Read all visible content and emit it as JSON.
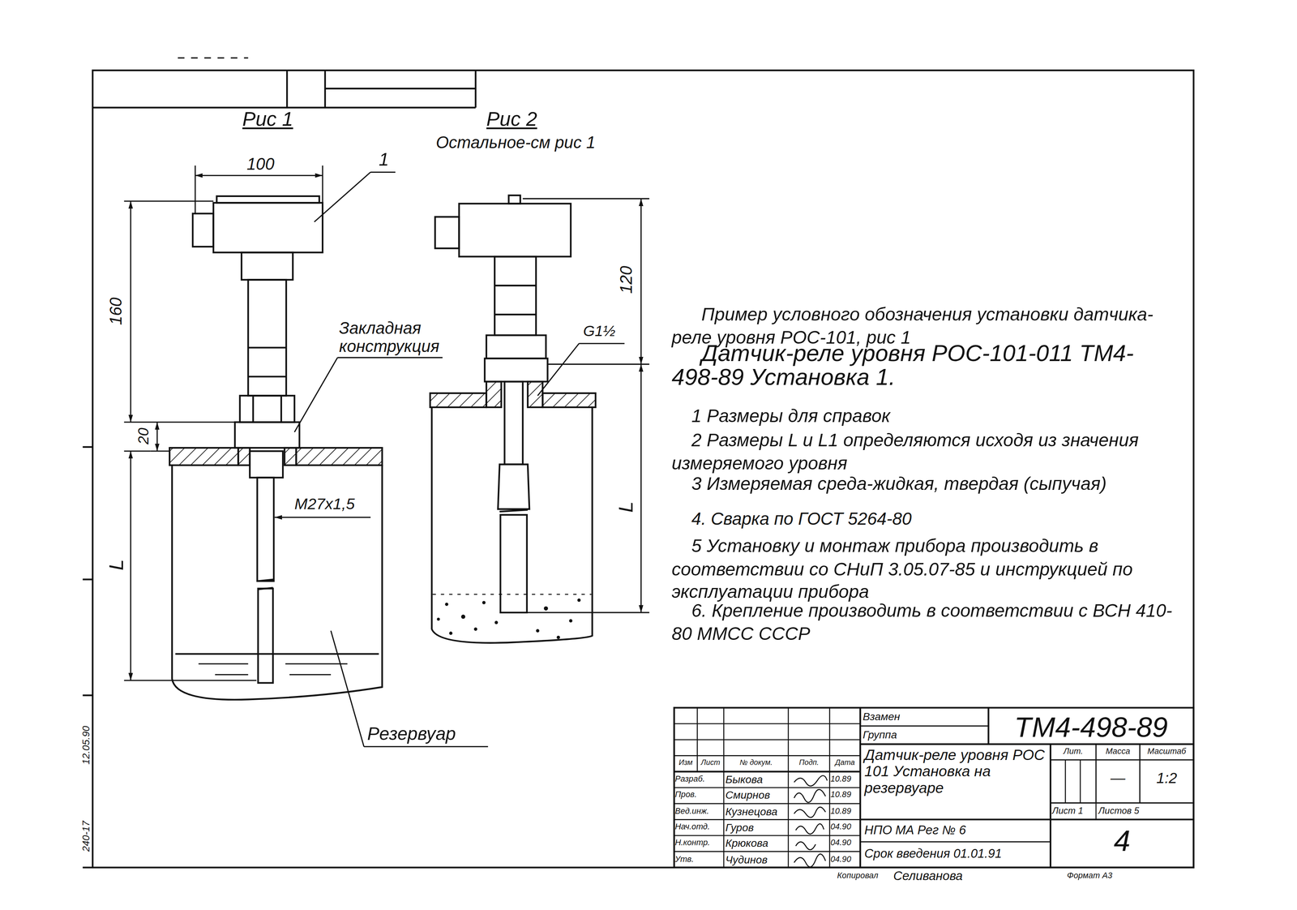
{
  "diagram": {
    "labels": [
      "Рис 1",
      "Рис 2",
      "Остальное-см рис 1",
      "100",
      "1",
      "160",
      "Закладная конструкция",
      "20",
      "M27x1,5",
      "L",
      "Резервуар",
      "120",
      "G1½",
      "L",
      "Пример условного обозначения установки датчика-реле уровня РОС-101, рис 1",
      "Датчик-реле уровня РОС-101-011 ТМ4-498-89 Установка 1.",
      "1 Размеры для справок",
      "2 Размеры L и L1 определяются исходя из значения измеряемого уровня",
      "3 Измеряемая среда-жидкая, твердая (сыпучая)",
      "4. Сварка по ГОСТ 5264-80",
      "5 Установку и монтаж прибора производить в соответствии со СНиП 3.05.07-85 и инструкцией по эксплуатации прибора",
      "6. Крепление производить в соответствии с ВСН 410-80 ММСС СССР",
      "Взамен",
      "Группа",
      "ТМ4-498-89",
      "Датчик-реле уровня РОС 101 Установка на резервуаре",
      "Лит.",
      "Масса",
      "Масштаб",
      "—",
      "1:2",
      "Лист 1",
      "Листов 5",
      "4",
      "НПО МА Рег № 6",
      "Срок введения 01.01.91",
      "Изм",
      "Лист",
      "№ докум.",
      "Подп.",
      "Дата",
      "Разраб.",
      "Быкова",
      "10.89",
      "Пров.",
      "Смирнов",
      "10.89",
      "Вед.инж.",
      "Кузнецова",
      "10.89",
      "Нач.отд.",
      "Гуров",
      "04.90",
      "Н.контр.",
      "Крюкова",
      "04.90",
      "Утв.",
      "Чудинов",
      "04.90",
      "Копировал",
      "Селиванова",
      "Формат А3",
      "240-17",
      "12.05.90"
    ]
  }
}
